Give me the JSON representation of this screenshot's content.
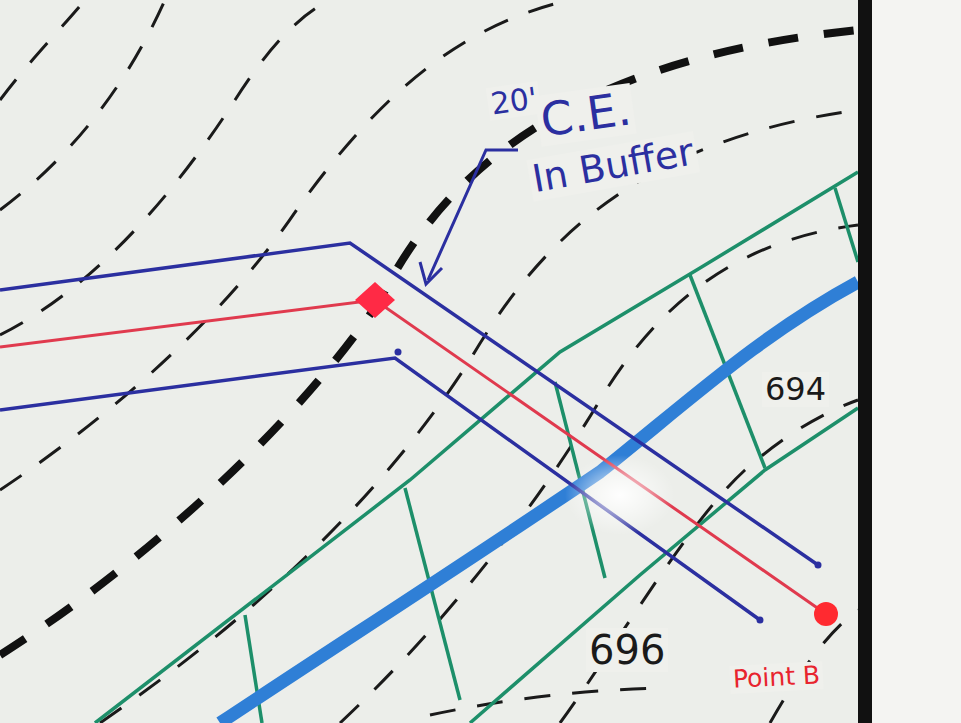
{
  "diagram": {
    "labels": [
      "20'",
      "C.E.",
      "In Buffer",
      "694",
      "696",
      "Point B"
    ]
  }
}
